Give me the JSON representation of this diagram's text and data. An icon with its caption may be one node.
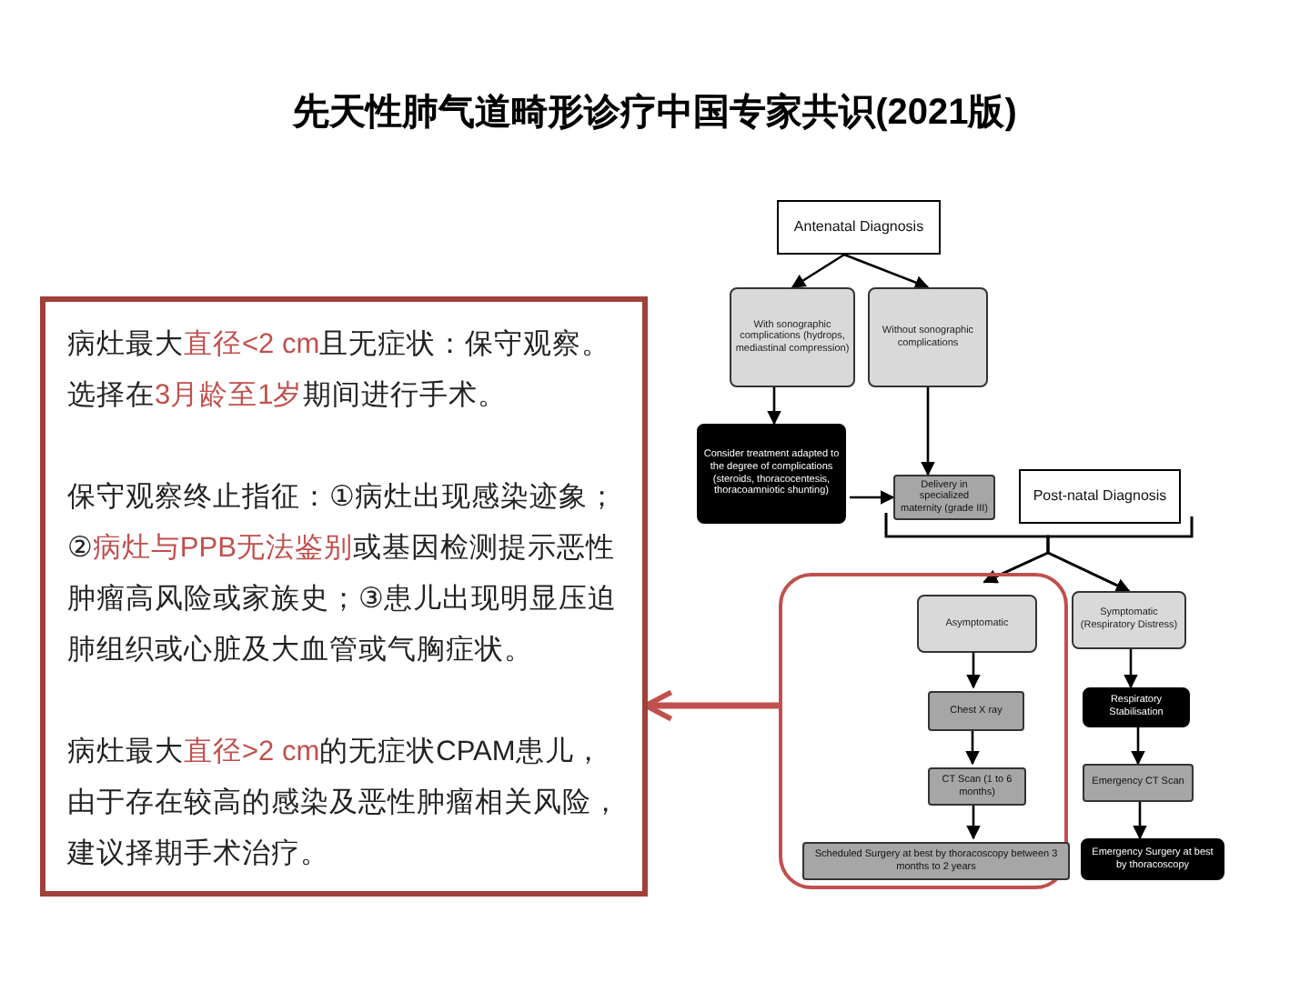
{
  "diagram": {
    "title": "先天性肺气道畸形诊疗中国专家共识(2021版)",
    "nodes": [
      {
        "text": [
          "病灶最大**直径<2 cm**且无症状：保守观察。选择在**3月龄至1岁**期间进行手术。",
          "保守观察终止指征：①病灶出现感染迹象；②**病灶与PPB无法鉴别**或基因检测提示恶性肿瘤高风险或家族史；③患儿出现明显压迫肺组织或心脏及大血管或气胸症状。",
          "病灶最大**直径>2 cm**的无症状CPAM患儿，由于存在较高的感染及恶性肿瘤相关风险，建议择期手术治疗。"
        ]
      },
      {
        "text": [
          "Antenatal Diagnosis"
        ]
      },
      {
        "text": [
          "With sonographic complications (hydrops, mediastinal compression)"
        ]
      },
      {
        "text": [
          "Without sonographic complications"
        ]
      },
      {
        "text": [
          "Consider treatment adapted to the degree of complications (steroids, thoracocentesis, thoracoamniotic shunting)"
        ]
      },
      {
        "text": [
          "Delivery in specialized maternity (grade III)"
        ]
      },
      {
        "text": [
          "Post-natal Diagnosis"
        ]
      },
      {
        "text": [],
        "shape": "box"
      },
      {
        "text": [
          "Asymptomatic"
        ],
        "in": 7
      },
      {
        "text": [
          "Chest X ray"
        ],
        "in": 7
      },
      {
        "text": [
          "CT Scan (1 to 6 months)"
        ],
        "in": 7
      },
      {
        "text": [
          "Scheduled Surgery at best by thoracoscopy between 3 months to 2 years"
        ],
        "in": 7
      },
      {
        "text": [
          "Symptomatic (Respiratory Distress)"
        ]
      },
      {
        "text": [
          "Respiratory Stabilisation"
        ]
      },
      {
        "text": [
          "Emergency CT Scan"
        ]
      },
      {
        "text": [
          "Emergency Surgery at best by thoracoscopy"
        ]
      }
    ],
    "edges": [
      {
        "from": 1,
        "to": 2,
        "arrow": "to"
      },
      {
        "from": 1,
        "to": 3,
        "arrow": "to"
      },
      {
        "from": 2,
        "to": 4,
        "arrow": "to"
      },
      {
        "from": 3,
        "to": 5,
        "arrow": "to"
      },
      {
        "from": 4,
        "to": 5,
        "arrow": "to"
      },
      {
        "from": 5,
        "to": 8,
        "arrow": "to"
      },
      {
        "from": 5,
        "to": 12,
        "arrow": "to"
      },
      {
        "from": 6,
        "to": 8,
        "arrow": "to"
      },
      {
        "from": 6,
        "to": 12,
        "arrow": "to"
      },
      {
        "from": 8,
        "to": 9,
        "arrow": "to"
      },
      {
        "from": 9,
        "to": 10,
        "arrow": "to"
      },
      {
        "from": 10,
        "to": 11,
        "arrow": "to"
      },
      {
        "from": 12,
        "to": 13,
        "arrow": "to"
      },
      {
        "from": 13,
        "to": 14,
        "arrow": "to"
      },
      {
        "from": 14,
        "to": 15,
        "arrow": "to"
      },
      {
        "from": 7,
        "to": 0,
        "arrow": "to",
        "style": "thick",
        "color": "#c0504d"
      }
    ]
  }
}
